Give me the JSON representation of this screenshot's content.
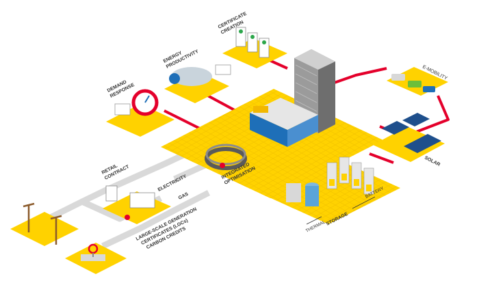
{
  "labels": {
    "demand_response": [
      "DEMAND",
      "RESPONSE"
    ],
    "energy_productivity": [
      "ENERGY",
      "PRODUCTIVITY"
    ],
    "certificate_creation": [
      "CERTIFICATE",
      "CREATION"
    ],
    "e_mobility": "E-MOBILITY",
    "solar": "SOLAR",
    "integrated_optimisation": [
      "INTEGRATED",
      "OPTIMISATION"
    ],
    "retail_contract": [
      "RETAIL",
      "CONTRACT"
    ],
    "electricity": "ELECTRICITY",
    "gas": "GAS",
    "lgc": [
      "LARGE-SCALE GENERATION",
      "CERTIFICATES (LGCs)",
      "CARBON CREDITS"
    ],
    "battery": "BATTERY",
    "storage": "STORAGE",
    "thermal": "THERMAL"
  },
  "colors": {
    "platform_yellow": "#FFD200",
    "connector_red": "#E4002B",
    "gas_line_grey": "#D9D9D9",
    "building_grey": "#8C8C8C",
    "building_dark": "#5A5A5A",
    "accent_blue": "#1E6FB8"
  }
}
